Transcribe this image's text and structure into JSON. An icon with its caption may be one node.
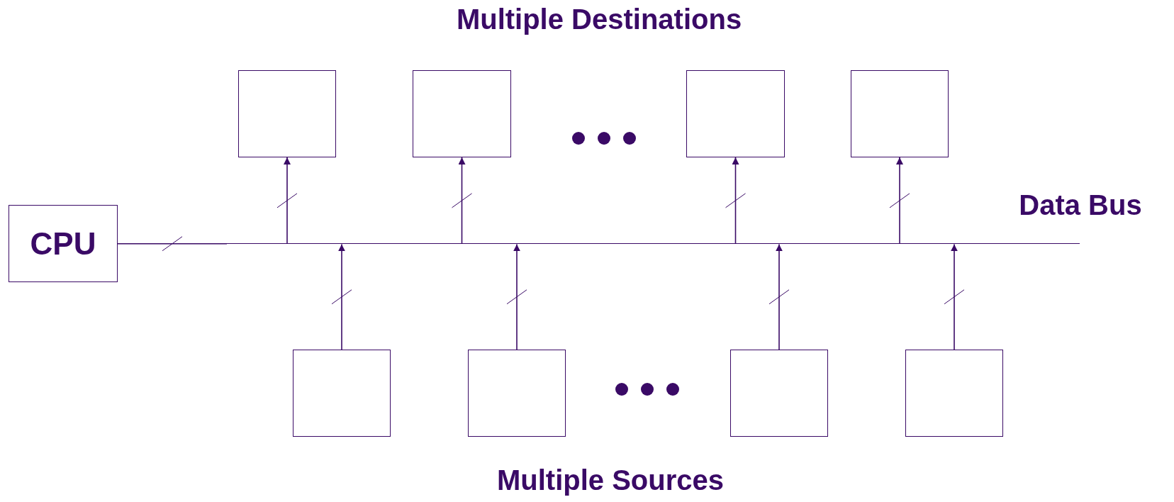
{
  "diagram": {
    "nodes": [
      {
        "text": [],
        "shape": "box"
      },
      {
        "text": [],
        "shape": "box"
      },
      {
        "text": [],
        "shape": "box"
      },
      {
        "text": [],
        "shape": "box"
      },
      {
        "text": [
          "CPU"
        ]
      },
      {
        "text": [],
        "shape": "bar",
        "beside": [
          "Data Bus"
        ]
      },
      {
        "text": [],
        "shape": "box"
      },
      {
        "text": [],
        "shape": "box"
      },
      {
        "text": [],
        "shape": "box"
      },
      {
        "text": [],
        "shape": "box"
      }
    ],
    "edges": [
      {
        "from": 4,
        "to": 5,
        "arrow": "none"
      },
      {
        "from": 5,
        "to": 0,
        "arrow": "to"
      },
      {
        "from": 5,
        "to": 1,
        "arrow": "to"
      },
      {
        "from": 5,
        "to": 2,
        "arrow": "to"
      },
      {
        "from": 5,
        "to": 3,
        "arrow": "to"
      },
      {
        "from": 6,
        "to": 5,
        "arrow": "to"
      },
      {
        "from": 7,
        "to": 5,
        "arrow": "to"
      },
      {
        "from": 8,
        "to": 5,
        "arrow": "to"
      },
      {
        "from": 9,
        "to": 5,
        "arrow": "to"
      }
    ],
    "labels": [
      "Multiple Destinations",
      "Multiple Sources"
    ]
  }
}
